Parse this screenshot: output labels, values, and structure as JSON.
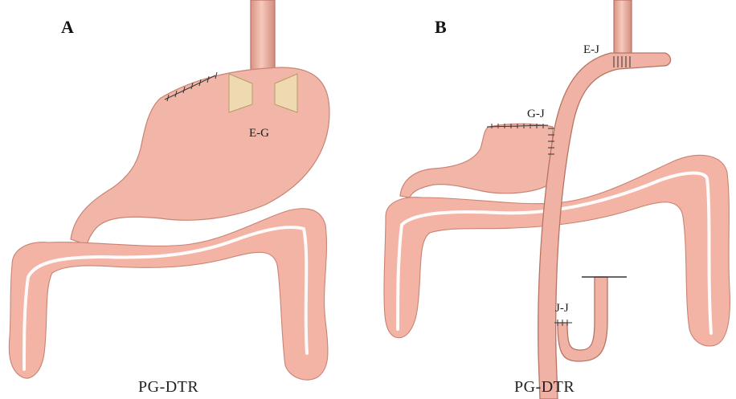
{
  "panels": [
    {
      "letter": "A",
      "labels": {
        "anastomosis": "E-G"
      },
      "caption": "PG-DTR"
    },
    {
      "letter": "B",
      "labels": {
        "esophagojejunal": "E-J",
        "gastrojejunal": "G-J",
        "jejunojejunal": "J-J"
      },
      "caption": "PG-DTR"
    }
  ]
}
